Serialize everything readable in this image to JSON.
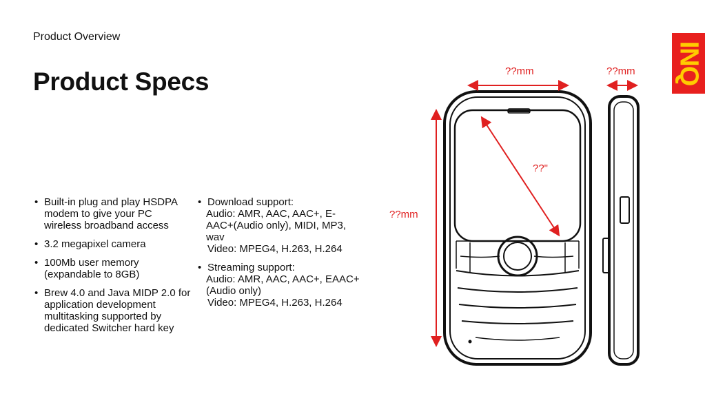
{
  "header": {
    "section": "Product Overview",
    "title": "Product Specs"
  },
  "logo": {
    "text": "INQ",
    "bg_color": "#e8201e",
    "fg_color": "#ffcc00"
  },
  "specs_left": [
    "Built-in plug and play HSDPA modem to give your PC wireless broadband access",
    "3.2 megapixel camera",
    "100Mb user memory (expandable to 8GB)",
    "Brew 4.0 and Java MIDP 2.0 for application development multitasking supported by dedicated Switcher hard key"
  ],
  "specs_right": [
    {
      "heading": "Download support:",
      "lines": [
        "Audio: AMR, AAC, AAC+, E-AAC+(Audio only), MIDI, MP3, wav",
        "Video: MPEG4, H.263, H.264"
      ]
    },
    {
      "heading": "Streaming support:",
      "lines": [
        "Audio: AMR, AAC, AAC+, EAAC+(Audio only)",
        "Video: MPEG4, H.263, H.264"
      ]
    }
  ],
  "dimensions": {
    "width": "??mm",
    "depth": "??mm",
    "height": "??mm",
    "screen": "??\""
  },
  "accent_color": "#e02020"
}
